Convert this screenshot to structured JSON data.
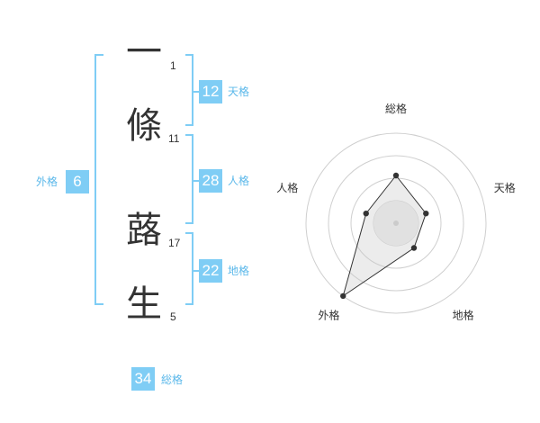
{
  "name_chars": [
    {
      "char": "一",
      "strokes": "1"
    },
    {
      "char": "條",
      "strokes": "11"
    },
    {
      "char": "蕗",
      "strokes": "17"
    },
    {
      "char": "生",
      "strokes": "5"
    }
  ],
  "fortunes": {
    "tenkaku": {
      "value": "12",
      "label": "天格"
    },
    "jinkaku": {
      "value": "28",
      "label": "人格"
    },
    "chikaku": {
      "value": "22",
      "label": "地格"
    },
    "gaikaku": {
      "value": "6",
      "label": "外格"
    },
    "soukaku": {
      "value": "34",
      "label": "総格"
    }
  },
  "colors": {
    "accent": "#7fcdf5",
    "label": "#5bb8ea",
    "text": "#333333"
  },
  "chart_data": {
    "type": "radar",
    "axes": [
      "総格",
      "天格",
      "地格",
      "外格",
      "人格"
    ],
    "values": [
      0.53,
      0.35,
      0.34,
      1.0,
      0.35
    ],
    "rings": 4
  }
}
